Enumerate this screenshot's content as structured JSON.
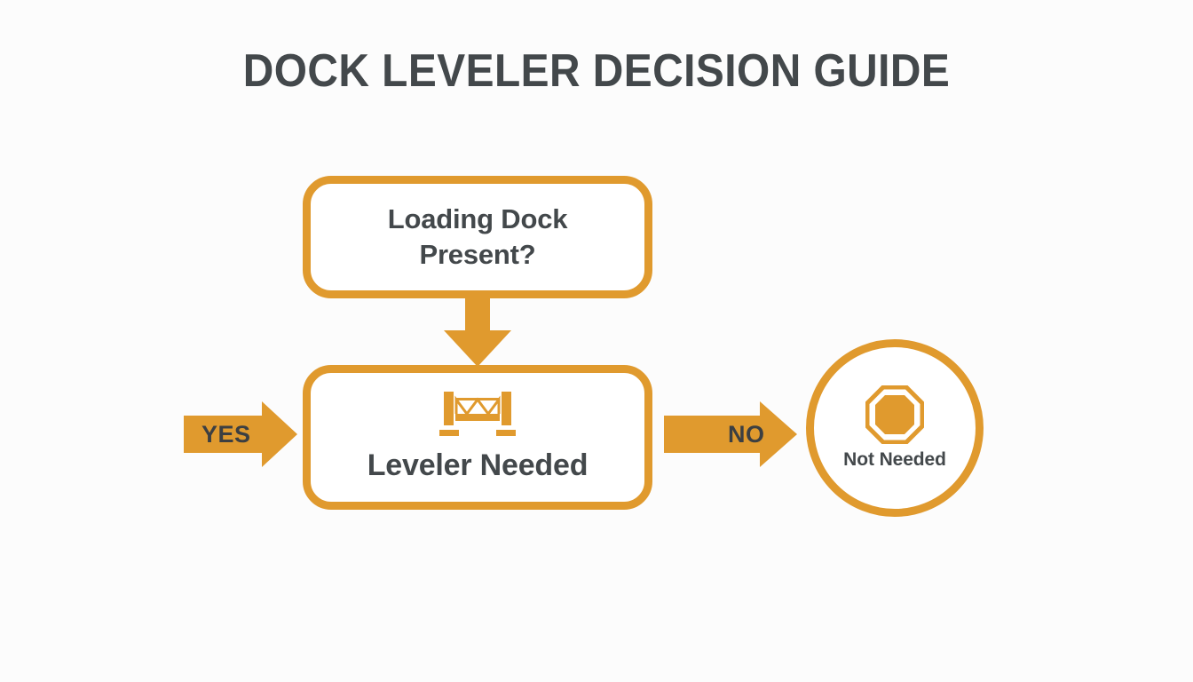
{
  "page": {
    "title": "DOCK LEVELER DECISION GUIDE",
    "background_color": "#fcfcfc",
    "accent_color": "#e09a2e",
    "text_color": "#43484b"
  },
  "diagram": {
    "type": "flowchart",
    "nodes": [
      {
        "id": "question",
        "shape": "rounded-rectangle",
        "label": "Loading Dock\nPresent?"
      },
      {
        "id": "result",
        "shape": "rounded-rectangle",
        "label": "Leveler Needed",
        "icon": "dock-leveler-icon"
      },
      {
        "id": "terminal",
        "shape": "circle",
        "label": "Not Needed",
        "icon": "stop-octagon-icon"
      }
    ],
    "connectors": [
      {
        "id": "down",
        "direction": "down",
        "label": "",
        "icon": "arrow-down-icon",
        "from": "question",
        "to": "result"
      },
      {
        "id": "yes",
        "direction": "right",
        "label": "YES",
        "icon": "arrow-right-icon",
        "to": "result"
      },
      {
        "id": "no",
        "direction": "right",
        "label": "NO",
        "icon": "arrow-right-icon",
        "from": "result",
        "to": "terminal"
      }
    ]
  }
}
